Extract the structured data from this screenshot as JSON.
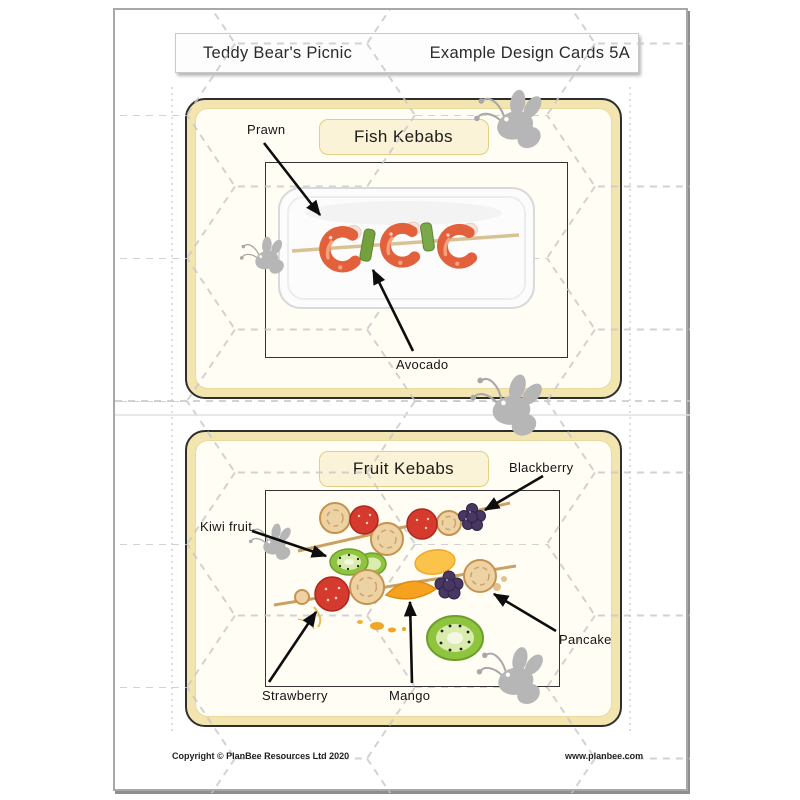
{
  "header": {
    "left_title": "Teddy Bear's Picnic",
    "right_title": "Example Design Cards 5A"
  },
  "cards": [
    {
      "title": "Fish Kebabs",
      "labels": [
        {
          "text": "Prawn"
        },
        {
          "text": "Avocado"
        }
      ]
    },
    {
      "title": "Fruit Kebabs",
      "labels": [
        {
          "text": "Blackberry"
        },
        {
          "text": "Kiwi fruit"
        },
        {
          "text": "Pancake"
        },
        {
          "text": "Strawberry"
        },
        {
          "text": "Mango"
        }
      ]
    }
  ],
  "footer": {
    "copyright": "Copyright © PlanBee Resources Ltd 2020",
    "website": "www.planbee.com"
  },
  "icons": {
    "bee": "bee-icon"
  },
  "colors": {
    "card_band_yellow": "#f3e5b0",
    "card_inner_cream": "#fffdf4",
    "title_box_bg": "#fbf3d7",
    "title_box_border": "#e2ce85",
    "bee_gray": "#b6b6b6",
    "arrow_black": "#0d0d0d",
    "pattern_gray": "#c7c7c7"
  }
}
